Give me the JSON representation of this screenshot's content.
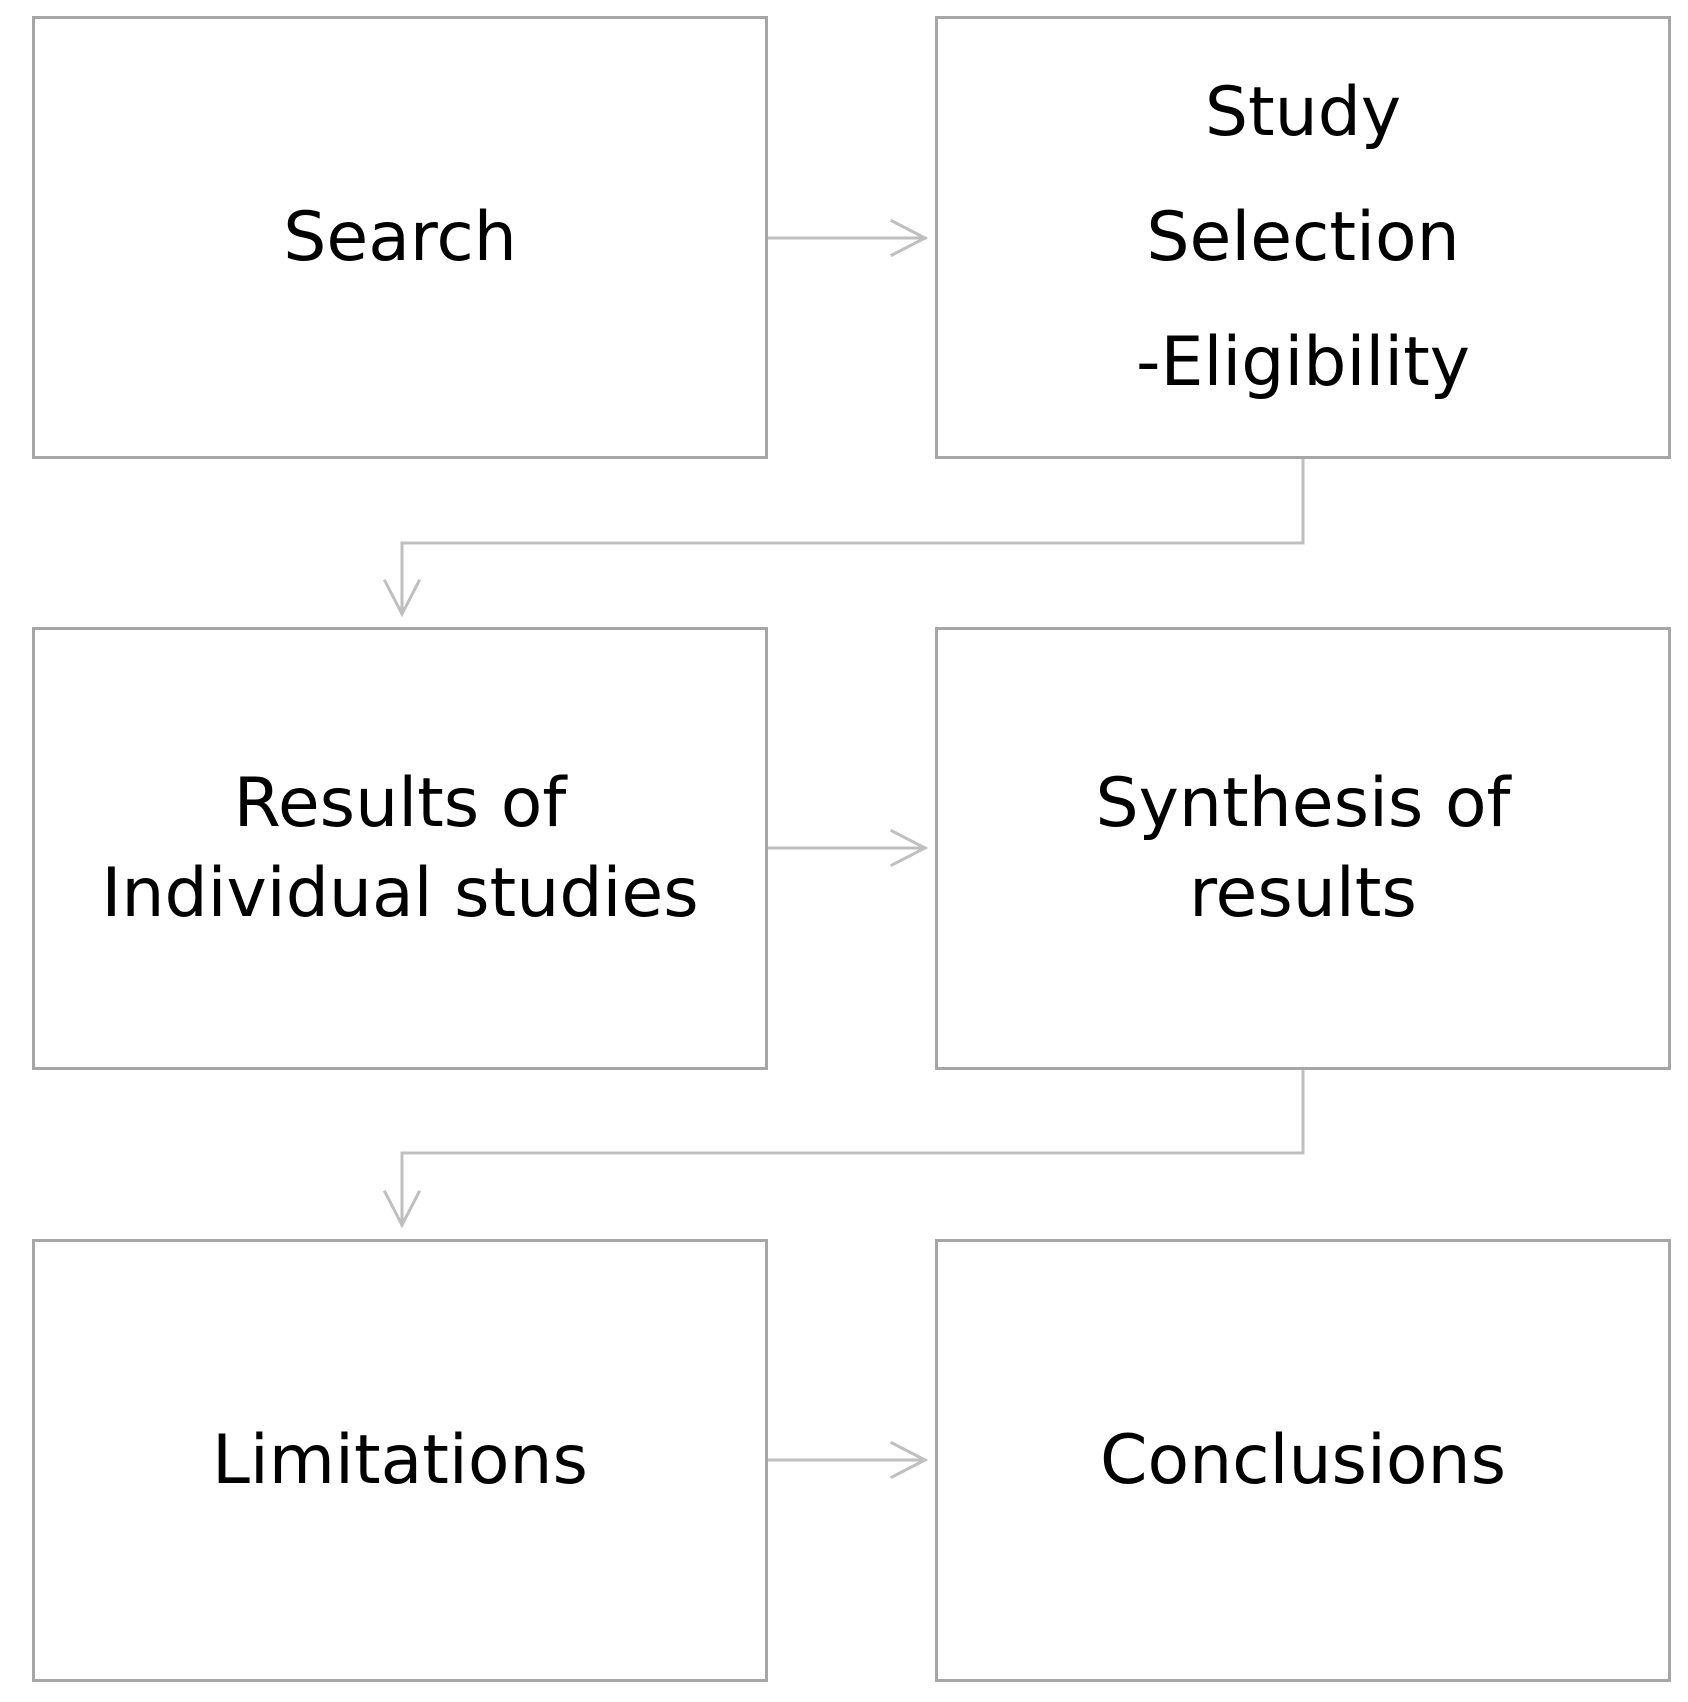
{
  "flow": {
    "search": "Search",
    "study_selection": [
      "Study",
      "Selection",
      "-Eligibility"
    ],
    "results_individual": [
      "Results of",
      "Individual studies"
    ],
    "synthesis": [
      "Synthesis of",
      "results"
    ],
    "limitations": "Limitations",
    "conclusions": "Conclusions"
  },
  "colors": {
    "box_border": "#a6a6a6",
    "connector": "#bfbfbf",
    "text": "#000000"
  }
}
